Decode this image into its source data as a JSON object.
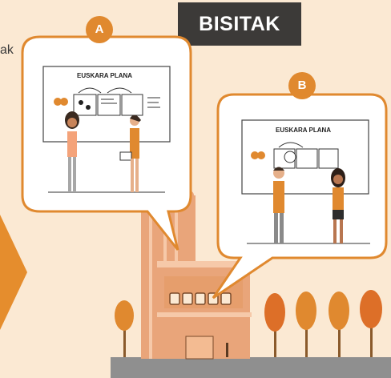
{
  "title": "BISITAK",
  "edge_text": "ak",
  "bubble_a": {
    "marker": "A",
    "board_title": "EUSKARA PLANA"
  },
  "bubble_b": {
    "marker": "B",
    "board_title": "EUSKARA PLANA"
  },
  "colors": {
    "background": "#fbe9d3",
    "accent_orange": "#e0892f",
    "title_bg": "#3c3a38",
    "building": "#e9a57a",
    "ground": "#8e8e8e"
  }
}
